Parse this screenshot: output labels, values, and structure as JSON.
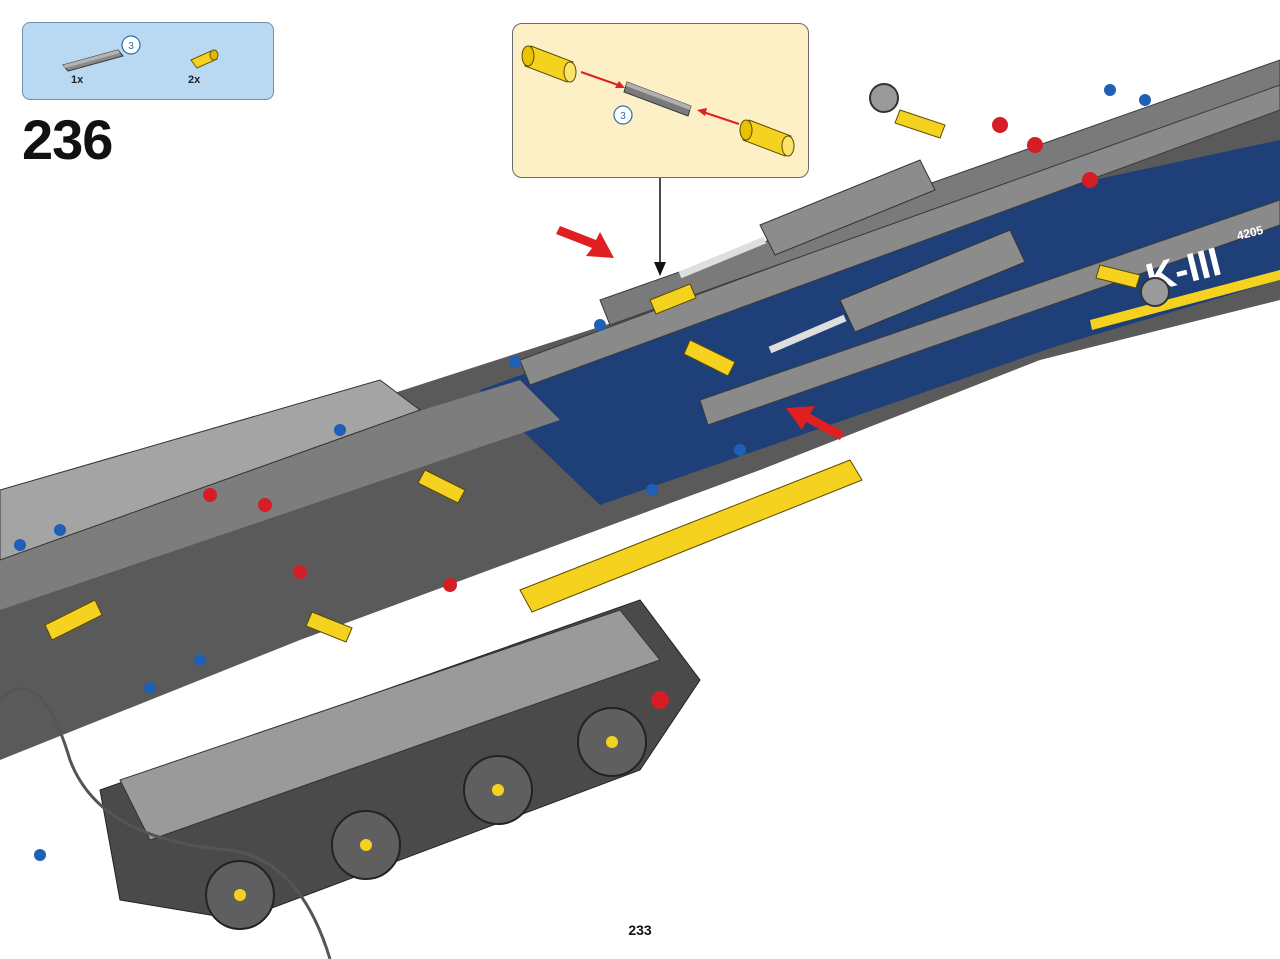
{
  "parts_list": {
    "items": [
      {
        "icon": "grey-axle-length-3-icon",
        "length_badge": "3",
        "quantity": "1x"
      },
      {
        "icon": "yellow-axle-connector-icon",
        "quantity": "2x"
      }
    ]
  },
  "step": {
    "number": "236"
  },
  "callout": {
    "length_badge": "3"
  },
  "model": {
    "decal_text": "K-III",
    "decal_small": "4205"
  },
  "colors": {
    "parts_bg": "#b9d9f2",
    "callout_bg": "#fdf0c7",
    "frame_blue": "#1e3f78",
    "beam_grey": "#6e6e6e",
    "accent_yellow": "#f5d21f",
    "pin_red": "#d41d24",
    "arrow_red": "#e02020"
  },
  "page": {
    "number": "233"
  }
}
